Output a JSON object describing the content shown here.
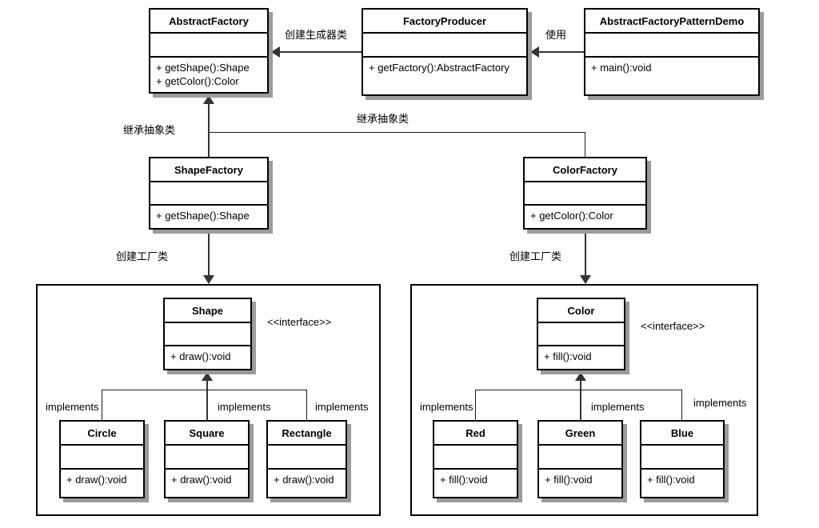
{
  "diagram": {
    "title": "Abstract Factory Pattern Class Diagram",
    "colors": {
      "line": "#333333",
      "box_border": "#000000",
      "box_fill": "#ffffff",
      "shadow": "#9b9b9b"
    }
  },
  "classes": {
    "abstract_factory": {
      "name": "AbstractFactory",
      "attributes": [],
      "operations": [
        "+ getShape():Shape",
        "+ getColor():Color"
      ]
    },
    "factory_producer": {
      "name": "FactoryProducer",
      "attributes": [],
      "operations": [
        "+ getFactory():AbstractFactory"
      ]
    },
    "demo": {
      "name": "AbstractFactoryPatternDemo",
      "attributes": [],
      "operations": [
        "+ main():void"
      ]
    },
    "shape_factory": {
      "name": "ShapeFactory",
      "attributes": [],
      "operations": [
        "+ getShape():Shape"
      ]
    },
    "color_factory": {
      "name": "ColorFactory",
      "attributes": [],
      "operations": [
        "+ getColor():Color"
      ]
    },
    "shape": {
      "name": "Shape",
      "attributes": [],
      "operations": [
        "+ draw():void"
      ],
      "stereotype": "<<interface>>"
    },
    "color": {
      "name": "Color",
      "attributes": [],
      "operations": [
        "+ fill():void"
      ],
      "stereotype": "<<interface>>"
    },
    "circle": {
      "name": "Circle",
      "attributes": [],
      "operations": [
        "+ draw():void"
      ]
    },
    "square": {
      "name": "Square",
      "attributes": [],
      "operations": [
        "+ draw():void"
      ]
    },
    "rectangle": {
      "name": "Rectangle",
      "attributes": [],
      "operations": [
        "+ draw():void"
      ]
    },
    "red": {
      "name": "Red",
      "attributes": [],
      "operations": [
        "+ fill():void"
      ]
    },
    "green": {
      "name": "Green",
      "attributes": [],
      "operations": [
        "+ fill():void"
      ]
    },
    "blue": {
      "name": "Blue",
      "attributes": [],
      "operations": [
        "+ fill():void"
      ]
    }
  },
  "edge_labels": {
    "create_producer": "创建生成器类",
    "uses": "使用",
    "inherit_abstract_left": "继承抽象类",
    "inherit_abstract_right": "继承抽象类",
    "create_factory_left": "创建工厂类",
    "create_factory_right": "创建工厂类",
    "implements_shape_1": "implements",
    "implements_shape_2": "implements",
    "implements_shape_3": "implements",
    "implements_color_1": "implements",
    "implements_color_2": "implements",
    "implements_color_3": "implements"
  }
}
